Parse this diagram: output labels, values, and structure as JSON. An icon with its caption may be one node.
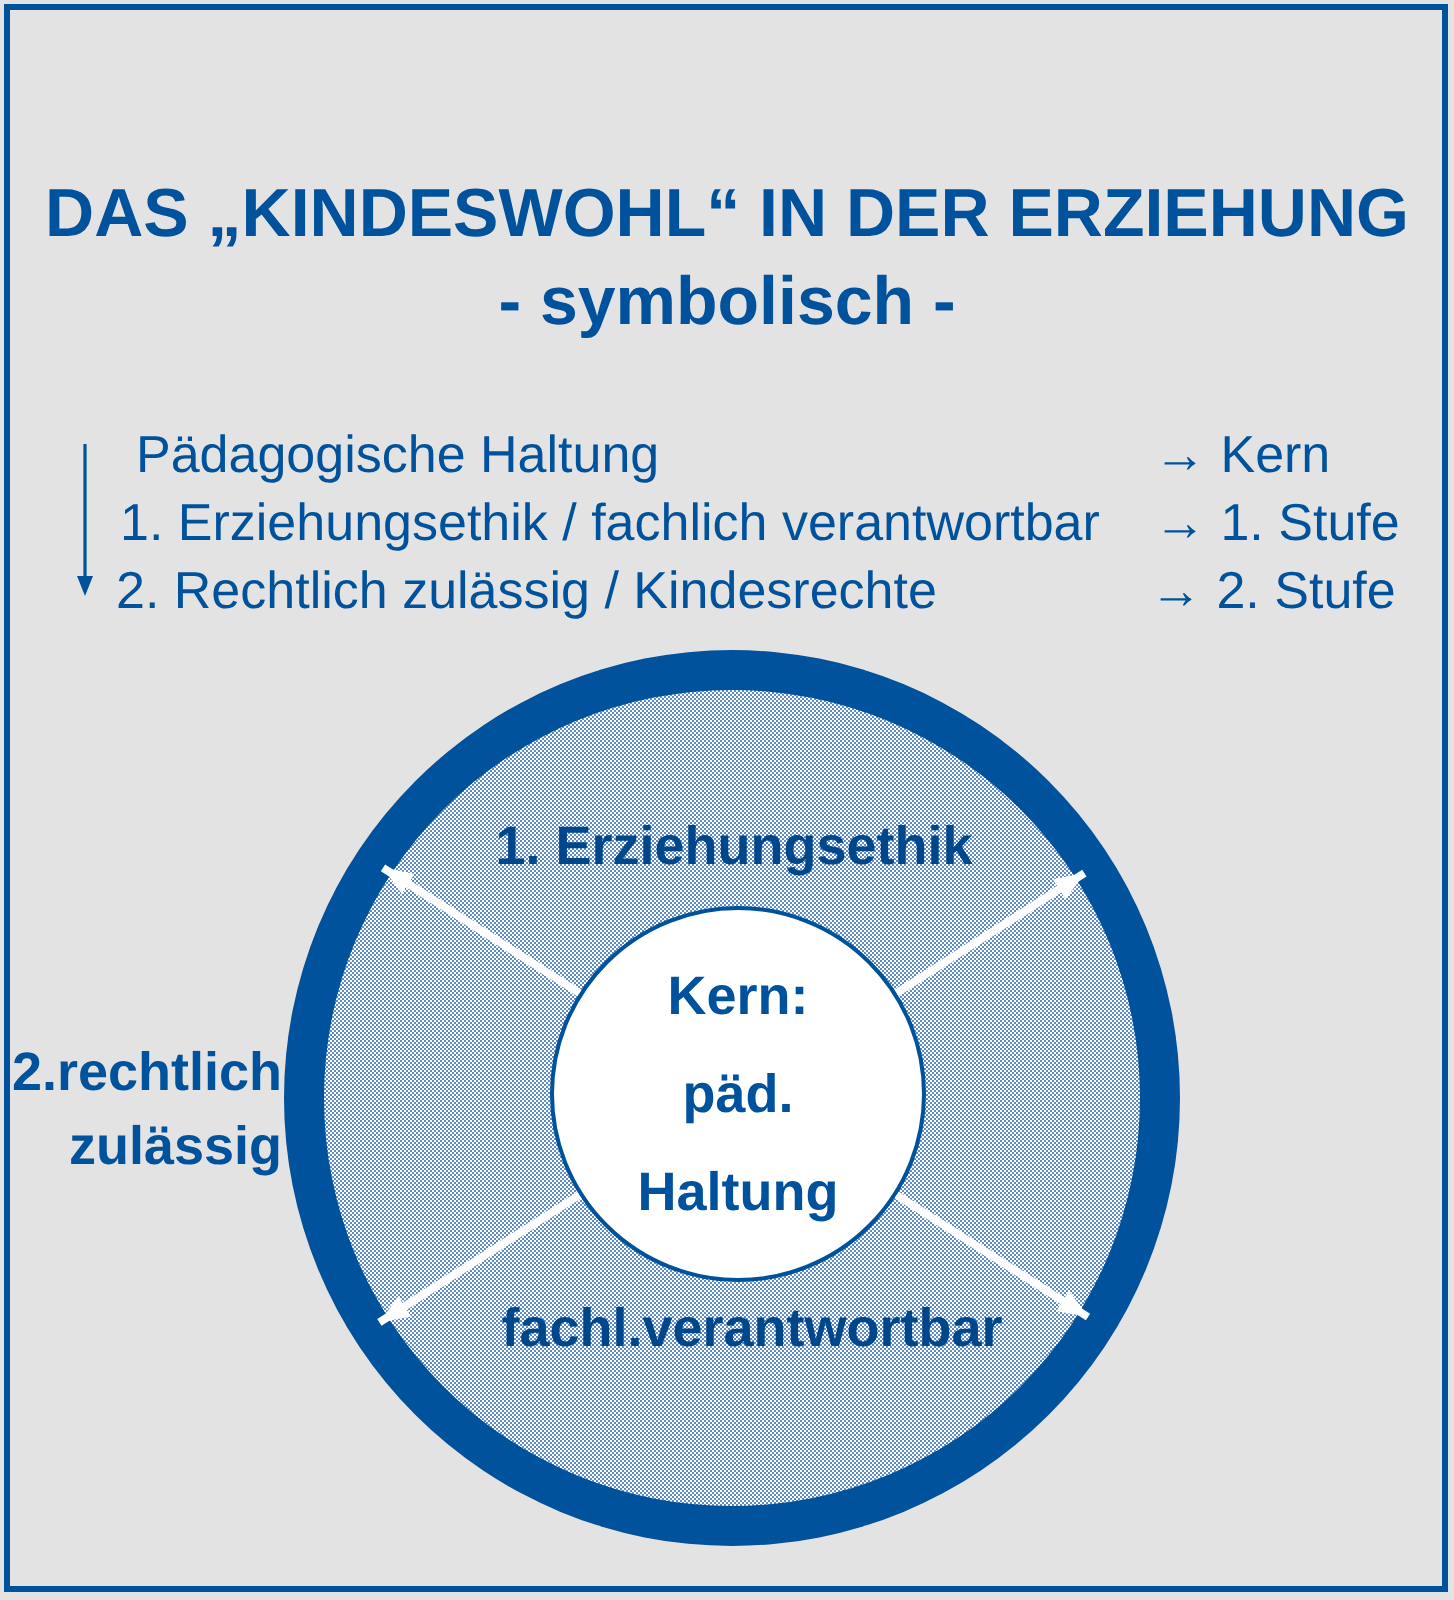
{
  "diagram": {
    "title": "DAS „KINDESWOHL“ IN DER ERZIEHUNG",
    "nodes": [
      {
        "text": [
          "2.rechtlich zulässig"
        ]
      },
      {
        "text": [
          "1. Erziehungsethik",
          "fachl.verantwortbar"
        ],
        "in": 0
      },
      {
        "text": [
          "Kern: päd. Haltung"
        ],
        "in": 1
      }
    ],
    "edges": [
      {
        "from": 2,
        "to": 0,
        "arrow": "to"
      },
      {
        "from": 2,
        "to": 0,
        "arrow": "to"
      },
      {
        "from": 2,
        "to": 0,
        "arrow": "to"
      },
      {
        "from": 2,
        "to": 0,
        "arrow": "to"
      }
    ],
    "labels": [
      "- symbolisch -",
      "Pädagogische Haltung",
      "→ Kern",
      "1. Erziehungsethik / fachlich verantwortbar",
      "→ 1. Stufe",
      "2. Rechtlich zulässig / Kindesrechte",
      "→ 2. Stufe"
    ]
  }
}
